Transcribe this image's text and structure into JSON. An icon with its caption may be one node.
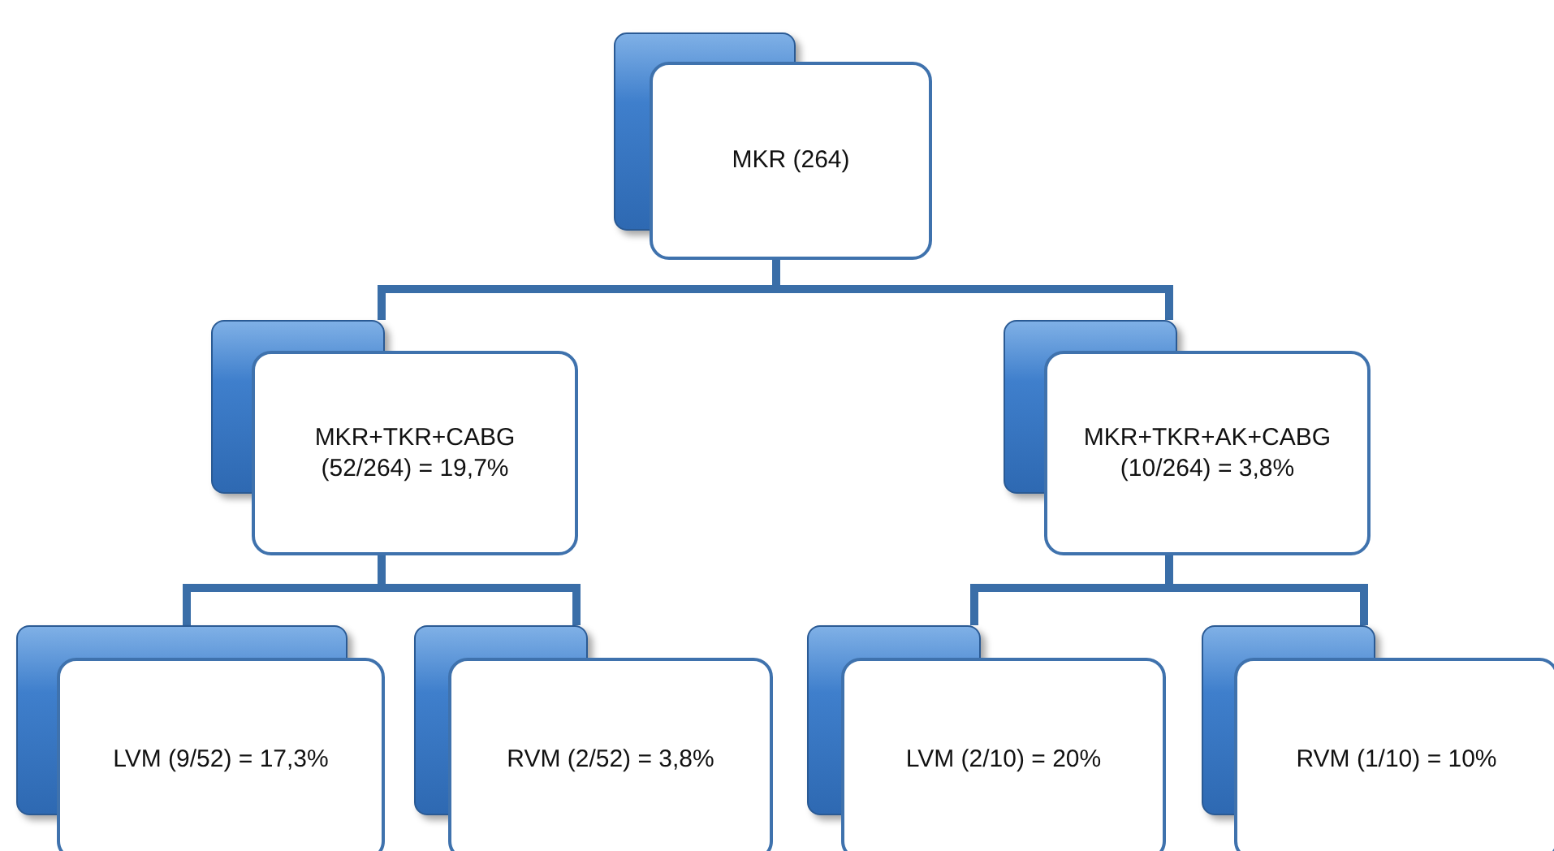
{
  "diagram": {
    "nodes": [
      {
        "text": [
          "MKR (264)"
        ]
      },
      {
        "text": [
          "MKR+TKR+CABG (52/264) = 19,7%"
        ]
      },
      {
        "text": [
          "MKR+TKR+AK+CABG (10/264) = 3,8%"
        ]
      },
      {
        "text": [
          "LVM (9/52) = 17,3%"
        ]
      },
      {
        "text": [
          "RVM (2/52) = 3,8%"
        ]
      },
      {
        "text": [
          "LVM (2/10) = 20%"
        ]
      },
      {
        "text": [
          "RVM (1/10)  = 10%"
        ]
      }
    ],
    "edges": [
      {
        "from": 0,
        "to": 1,
        "arrow": "none"
      },
      {
        "from": 0,
        "to": 2,
        "arrow": "none"
      },
      {
        "from": 1,
        "to": 3,
        "arrow": "none"
      },
      {
        "from": 1,
        "to": 4,
        "arrow": "none"
      },
      {
        "from": 2,
        "to": 5,
        "arrow": "none"
      },
      {
        "from": 2,
        "to": 6,
        "arrow": "none"
      }
    ]
  }
}
